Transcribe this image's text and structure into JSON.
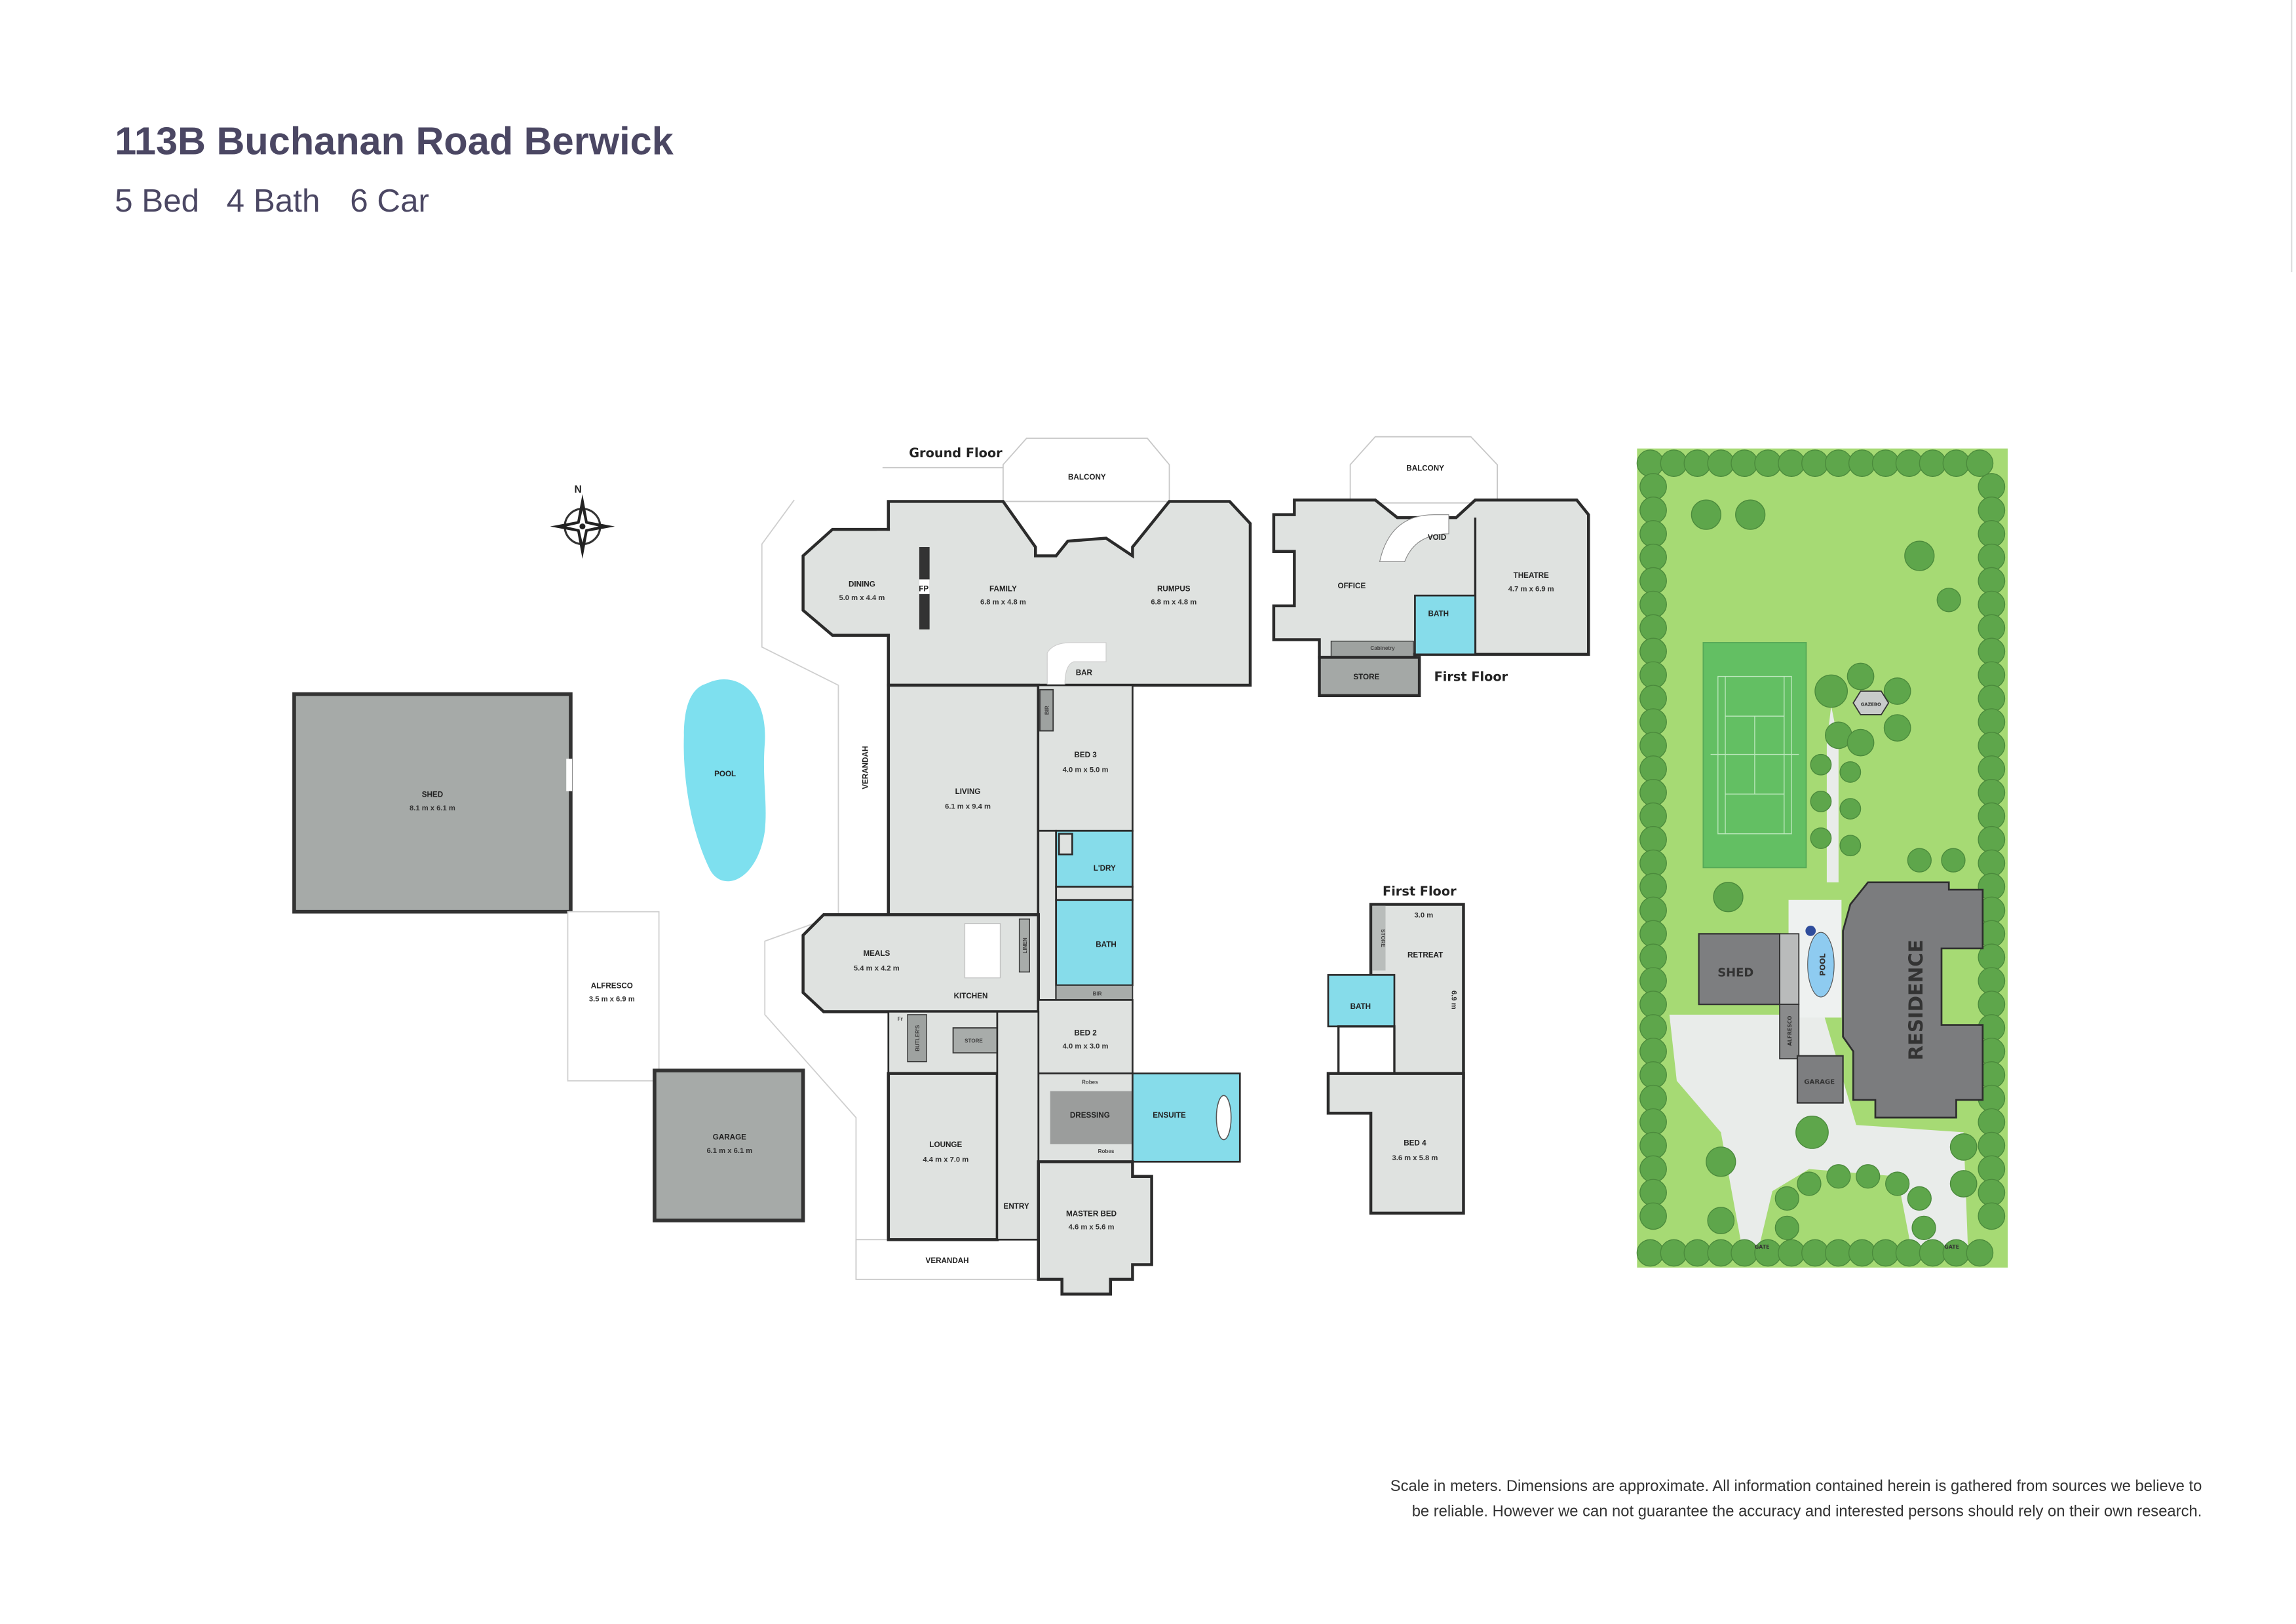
{
  "header": {
    "title": "113B Buchanan Road Berwick",
    "features": [
      "5 Bed",
      "4 Bath",
      "6 Car"
    ]
  },
  "compass": {
    "label": "N",
    "icon": "compass-rose-icon"
  },
  "ground_floor": {
    "title": "Ground Floor",
    "balcony": "BALCONY",
    "dining": {
      "name": "DINING",
      "size": "5.0 m x 4.4 m"
    },
    "fp": "FP",
    "family": {
      "name": "FAMILY",
      "size": "6.8 m x 4.8 m"
    },
    "rumpus": {
      "name": "RUMPUS",
      "size": "6.8 m x 4.8 m"
    },
    "bar": "BAR",
    "bir_1": "BIR",
    "bed3": {
      "name": "BED 3",
      "size": "4.0 m x 5.0 m"
    },
    "living": {
      "name": "LIVING",
      "size": "6.1 m x 9.4 m"
    },
    "verandah_side": "VERANDAH",
    "pool": "POOL",
    "shed": {
      "name": "SHED",
      "size": "8.1 m x 6.1 m"
    },
    "alfresco": {
      "name": "ALFRESCO",
      "size": "3.5 m x 6.9 m"
    },
    "garage": {
      "name": "GARAGE",
      "size": "6.1 m x 6.1 m"
    },
    "laundry": "L'DRY",
    "bath": "BATH",
    "meals": {
      "name": "MEALS",
      "size": "5.4 m x 4.2 m"
    },
    "linen": "LINEN",
    "kitchen": "KITCHEN",
    "bir_2": "BIR",
    "bed2": {
      "name": "BED 2",
      "size": "4.0 m x 3.0 m"
    },
    "butlers": "BUTLER'S",
    "store": "STORE",
    "fridge": "Fr",
    "robes_1": "Robes",
    "robes_2": "Robes",
    "dressing": "DRESSING",
    "ensuite": "ENSUITE",
    "lounge": {
      "name": "LOUNGE",
      "size": "4.4 m x 7.0 m"
    },
    "entry": "ENTRY",
    "master": {
      "name": "MASTER BED",
      "size": "4.6 m x 5.6 m"
    },
    "verandah_front": "VERANDAH"
  },
  "first_floor_upper": {
    "title": "First Floor",
    "balcony": "BALCONY",
    "void": "VOID",
    "office": "OFFICE",
    "theatre": {
      "name": "THEATRE",
      "size": "4.7 m x 6.9 m"
    },
    "bath": "BATH",
    "cabinetry": "Cabinetry",
    "store": "STORE"
  },
  "first_floor_lower": {
    "title": "First Floor",
    "width": "3.0 m",
    "retreat": "RETREAT",
    "length": "6.9 m",
    "store": "STORE",
    "bath": "BATH",
    "bed4": {
      "name": "BED 4",
      "size": "3.6 m x 5.8 m"
    }
  },
  "site_plan": {
    "shed": "SHED",
    "pool": "POOL",
    "residence": "RESIDENCE",
    "garage": "GARAGE",
    "alfresco": "ALFRESCO",
    "gazebo": "GAZEBO",
    "gate_1": "GATE",
    "gate_2": "GATE"
  },
  "disclaimer": [
    "Scale in meters. Dimensions are approximate. All information contained herein is gathered from sources we believe to",
    "be reliable. However we can not guarantee the accuracy and interested persons should rely on their own research."
  ],
  "colors": {
    "title": "#4b4763",
    "room": "#dfe2e0",
    "wet_area": "#86dcea",
    "wall": "#2b2b2b",
    "lawn": "#a6da74",
    "tree": "#5ea64b",
    "tennis_court": "#63bf63",
    "building_roof": "#7b7c7e"
  }
}
